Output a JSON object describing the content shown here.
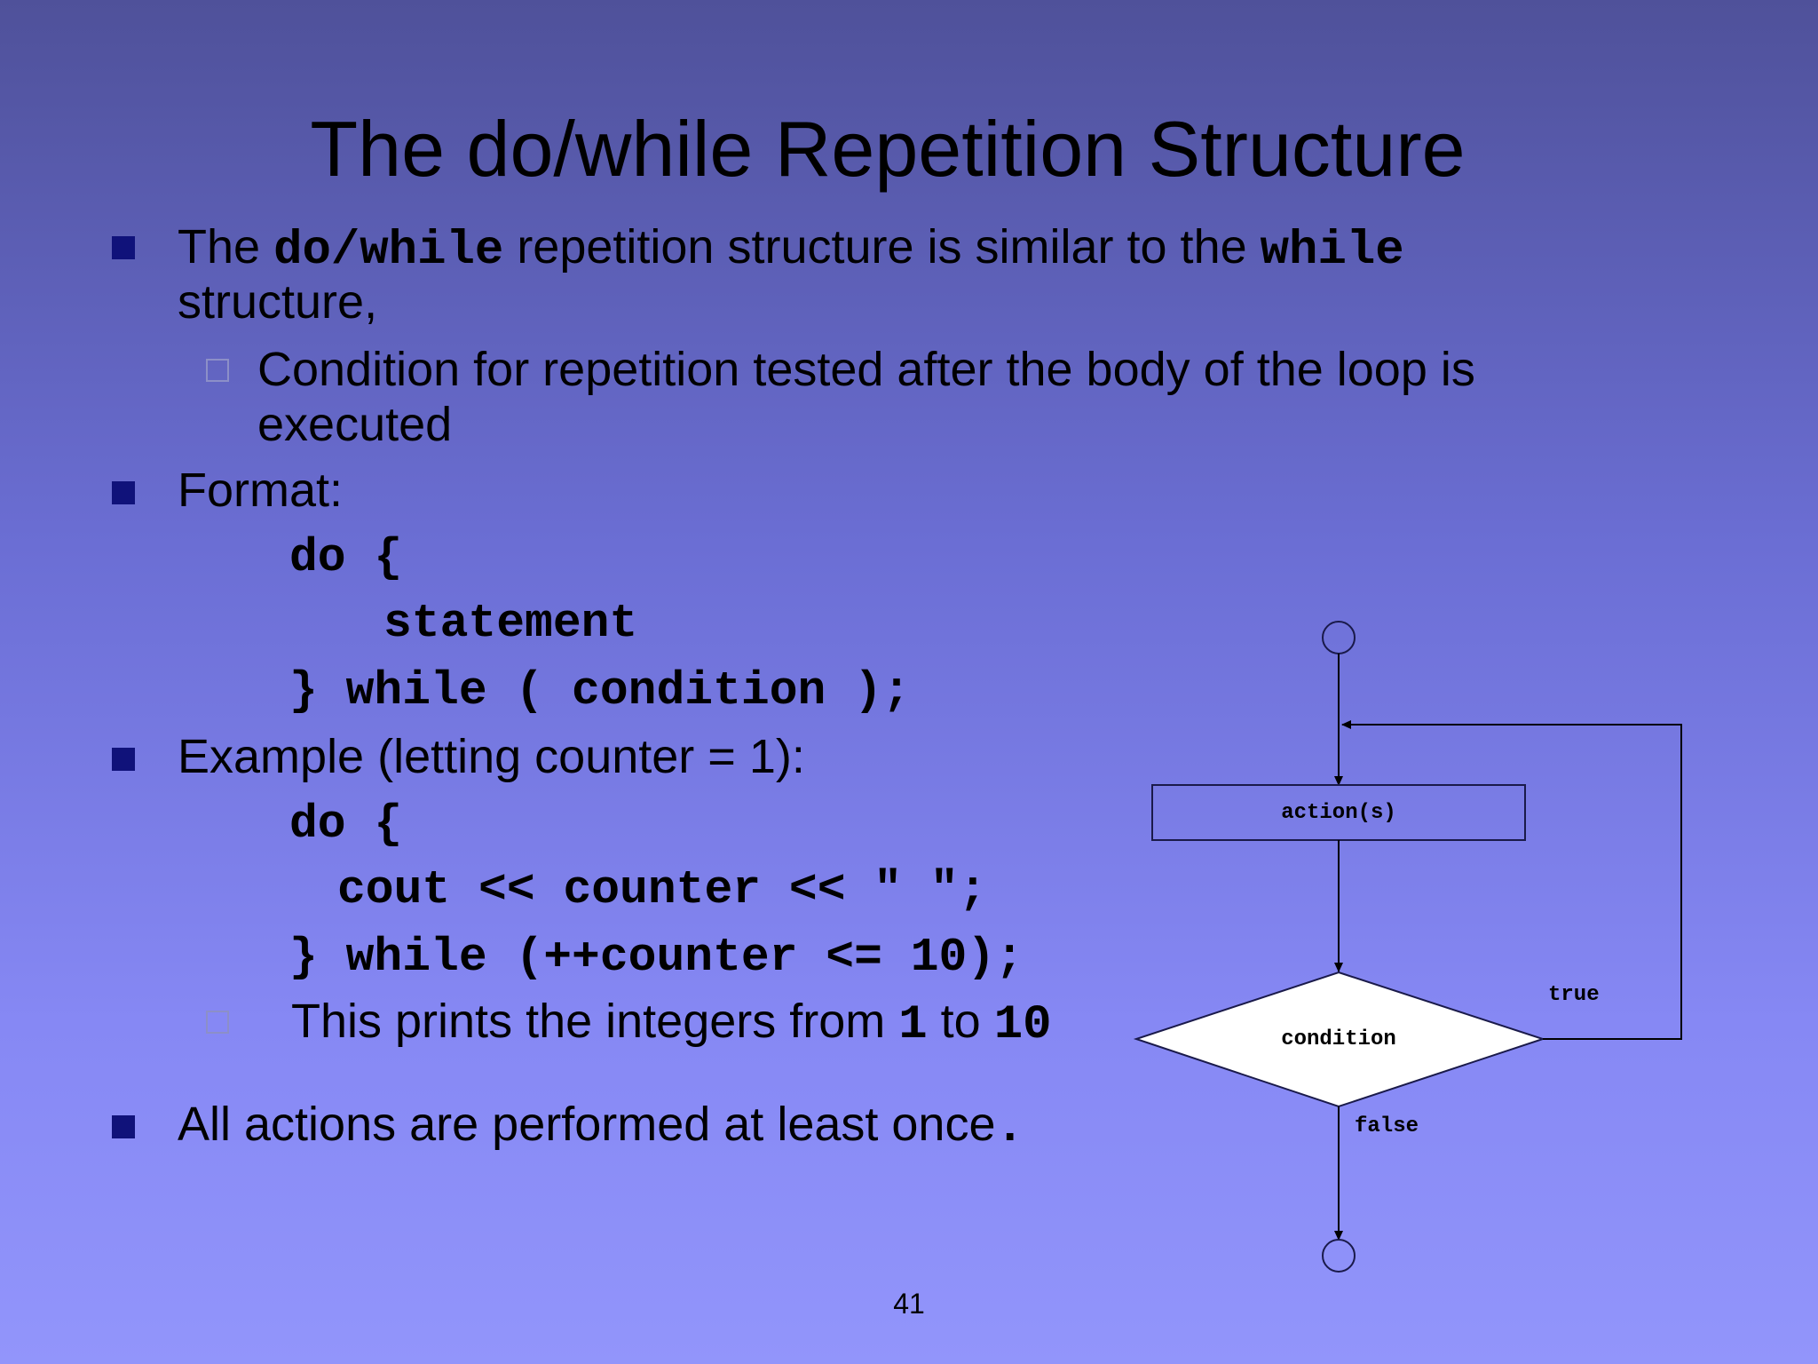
{
  "slide": {
    "title": "The do/while Repetition Structure",
    "page_number": "41"
  },
  "bullets": {
    "b1": {
      "prefix": "The ",
      "code1": "do/while",
      "middle": " repetition structure is similar to the ",
      "code2": "while",
      "line2": "structure,"
    },
    "sub1": {
      "line1": "Condition for repetition tested after the body of the loop is",
      "line2": "executed"
    },
    "b2": {
      "text": "Format:"
    },
    "format_code": [
      "do {",
      "statement",
      "} while ( condition );"
    ],
    "b3": {
      "text": "Example (letting counter = 1):"
    },
    "example_code": [
      "do {",
      "cout << counter << \" \";",
      "} while (++counter <= 10);"
    ],
    "sub2": {
      "prefix": "This prints the integers from ",
      "code1": "1",
      "middle": " to ",
      "code2": "10"
    },
    "b4": {
      "text": "All actions are performed at least once",
      "period": "."
    }
  },
  "flowchart": {
    "action_label": "action(s)",
    "condition_label": "condition",
    "true_label": "true",
    "false_label": "false"
  }
}
